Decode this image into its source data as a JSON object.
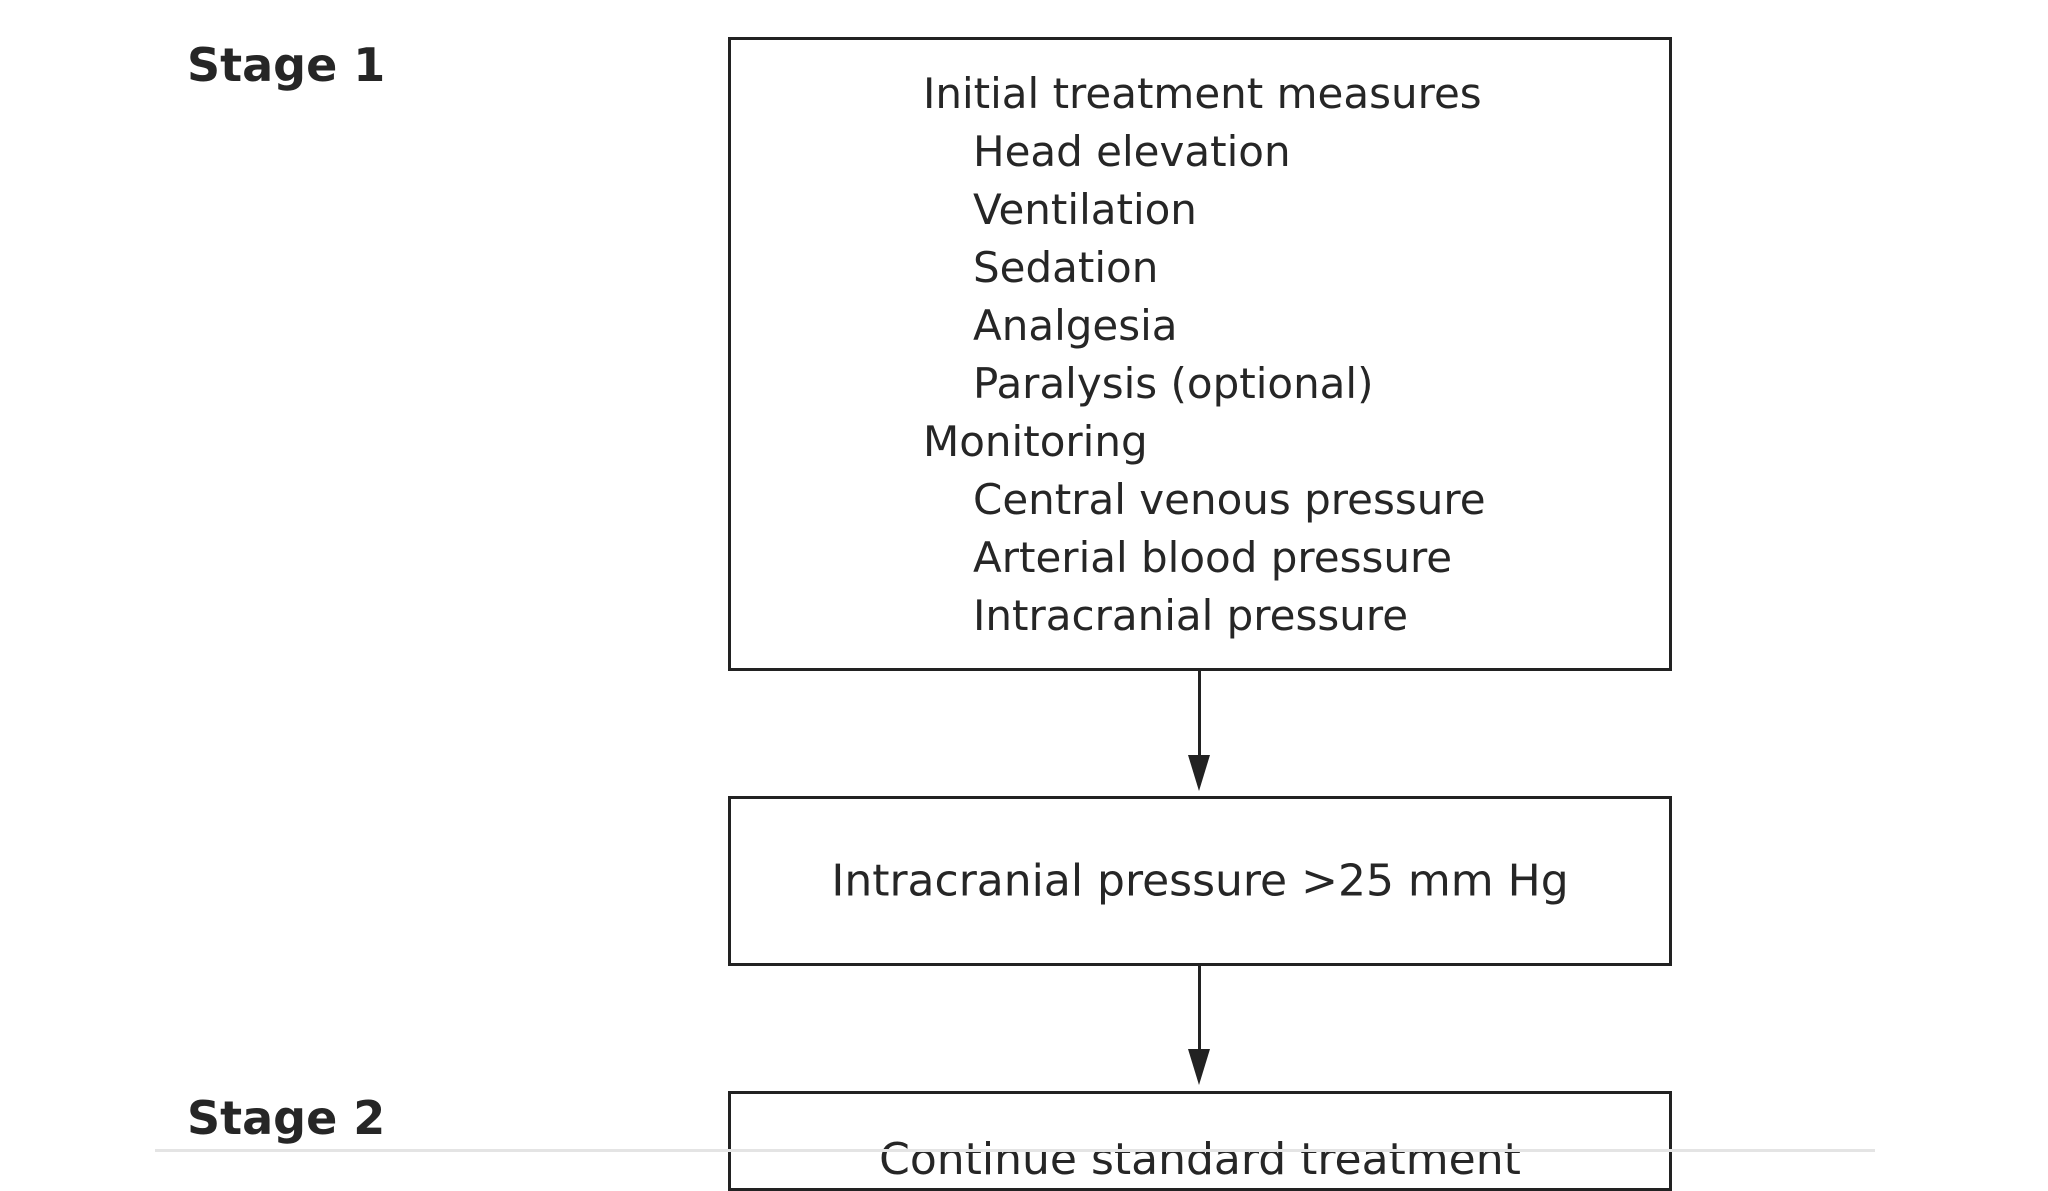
{
  "stages": {
    "stage1_label": "Stage 1",
    "stage2_label": "Stage 2"
  },
  "box1": {
    "items": [
      {
        "text": "Initial treatment measures",
        "level": 0
      },
      {
        "text": "Head elevation",
        "level": 1
      },
      {
        "text": "Ventilation",
        "level": 1
      },
      {
        "text": "Sedation",
        "level": 1
      },
      {
        "text": "Analgesia",
        "level": 1
      },
      {
        "text": "Paralysis (optional)",
        "level": 1
      },
      {
        "text": "Monitoring",
        "level": 0
      },
      {
        "text": "Central venous pressure",
        "level": 1
      },
      {
        "text": "Arterial blood pressure",
        "level": 1
      },
      {
        "text": "Intracranial pressure",
        "level": 1
      }
    ]
  },
  "box2": {
    "text": "Intracranial pressure >25 mm Hg"
  },
  "box3": {
    "text": "Continue standard treatment"
  },
  "colors": {
    "line": "#222222",
    "text": "#262626",
    "background": "#ffffff"
  }
}
